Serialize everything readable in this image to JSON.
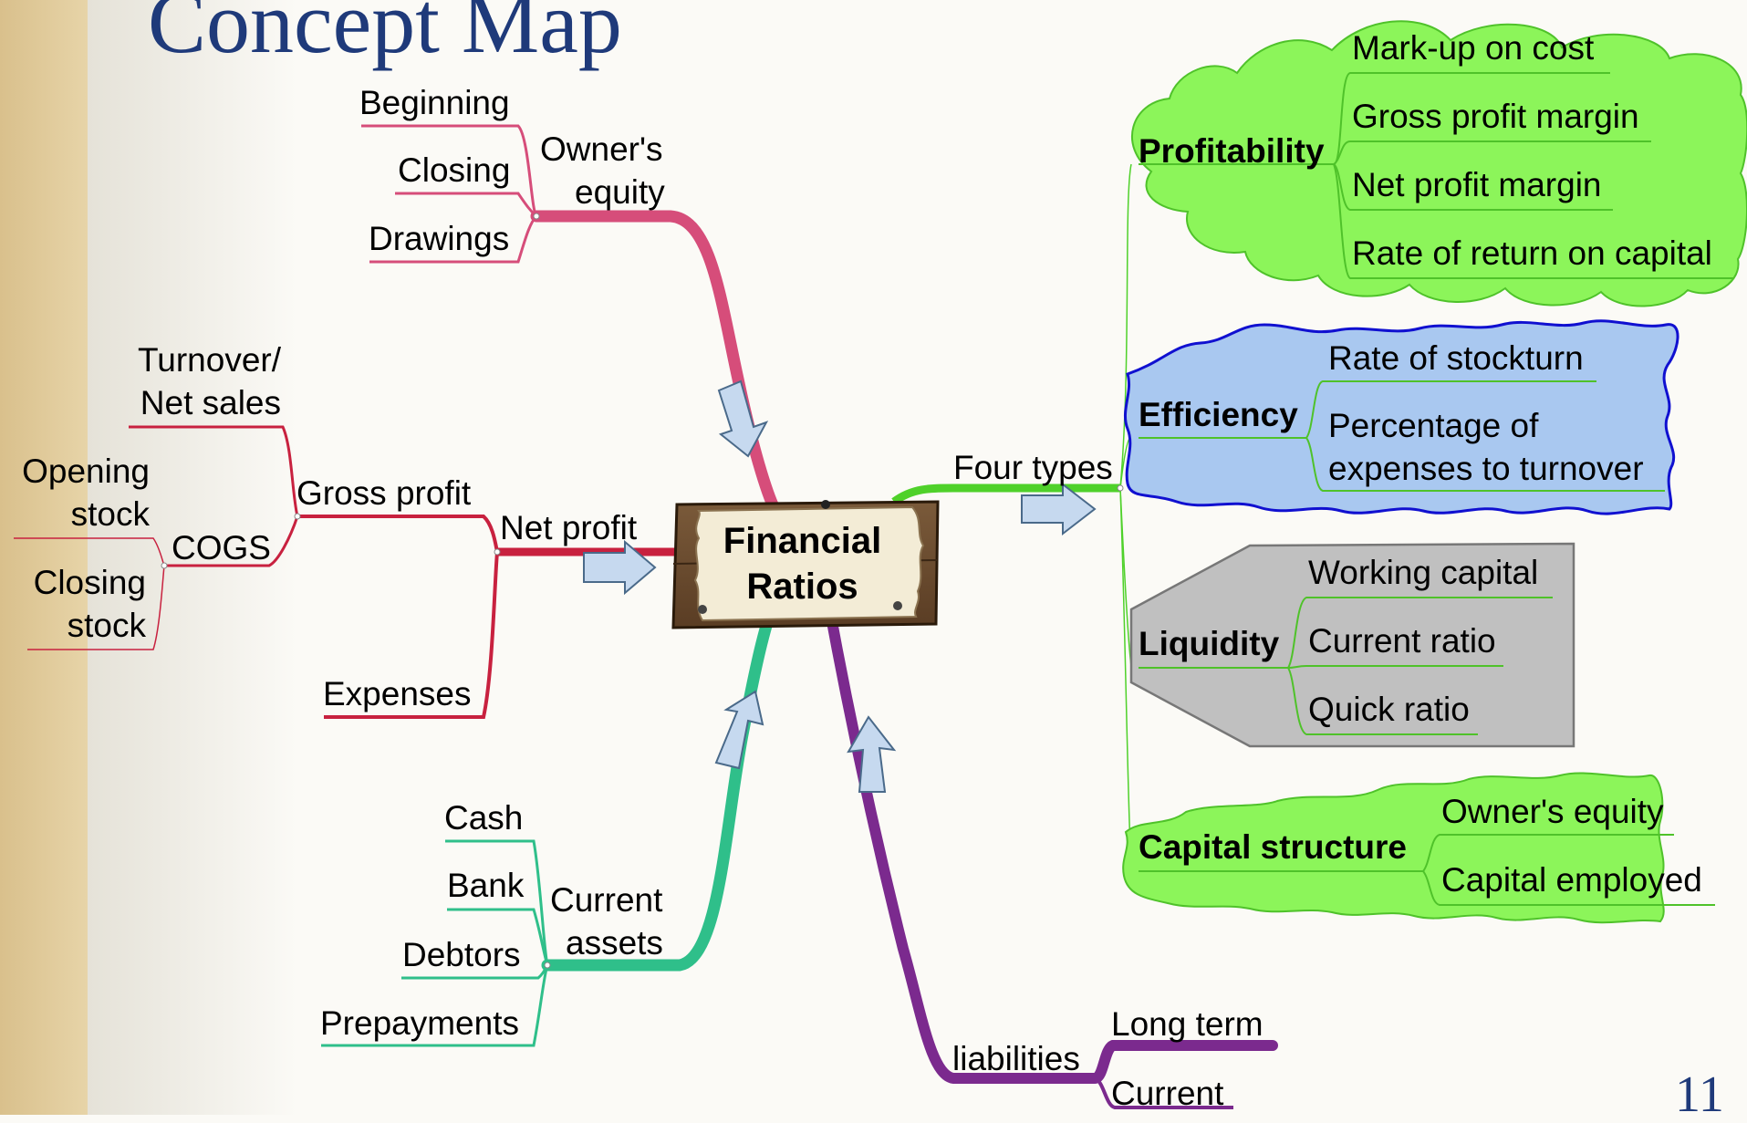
{
  "title": "Concept Map",
  "page_number": "11",
  "center": {
    "line1": "Financial",
    "line2": "Ratios"
  },
  "owners_equity": {
    "label_line1": "Owner's",
    "label_line2": "equity",
    "items": [
      "Beginning",
      "Closing",
      "Drawings"
    ]
  },
  "net_profit": {
    "label": "Net profit",
    "gross_profit": {
      "label": "Gross profit",
      "turnover_line1": "Turnover/",
      "turnover_line2": "Net sales",
      "cogs": {
        "label": "COGS",
        "opening_line1": "Opening",
        "opening_line2": "stock",
        "closing_line1": "Closing",
        "closing_line2": "stock"
      }
    },
    "expenses": "Expenses"
  },
  "current_assets": {
    "label_line1": "Current",
    "label_line2": "assets",
    "items": [
      "Cash",
      "Bank",
      "Debtors",
      "Prepayments"
    ]
  },
  "liabilities": {
    "label": "liabilities",
    "items": [
      "Long term",
      "Current"
    ]
  },
  "four_types": {
    "label": "Four types",
    "groups": [
      {
        "title": "Profitability",
        "items": [
          "Mark-up on cost",
          "Gross profit margin",
          "Net profit margin",
          "Rate of return on capital"
        ]
      },
      {
        "title": "Efficiency",
        "items": [
          "Rate of stockturn",
          "Percentage of",
          "expenses to turnover"
        ]
      },
      {
        "title": "Liquidity",
        "items": [
          "Working capital",
          "Current ratio",
          "Quick ratio"
        ]
      },
      {
        "title": "Capital structure",
        "items": [
          "Owner's equity",
          "Capital employed"
        ]
      }
    ]
  },
  "colors": {
    "owners_equity_branch": "#d64d7a",
    "net_profit_branch": "#c8213f",
    "current_assets_branch": "#2fbf8a",
    "liabilities_branch": "#7b2a8e",
    "four_types_branch": "#4fd12a",
    "profitability_fill": "#8cf55a",
    "efficiency_fill": "#a9c8f0",
    "efficiency_border": "#1010d0",
    "liquidity_fill": "#c0c0c0",
    "capital_structure_fill": "#8cf55a",
    "arrow_fill": "#c6d9ef",
    "title_color": "#1f3a7a"
  }
}
